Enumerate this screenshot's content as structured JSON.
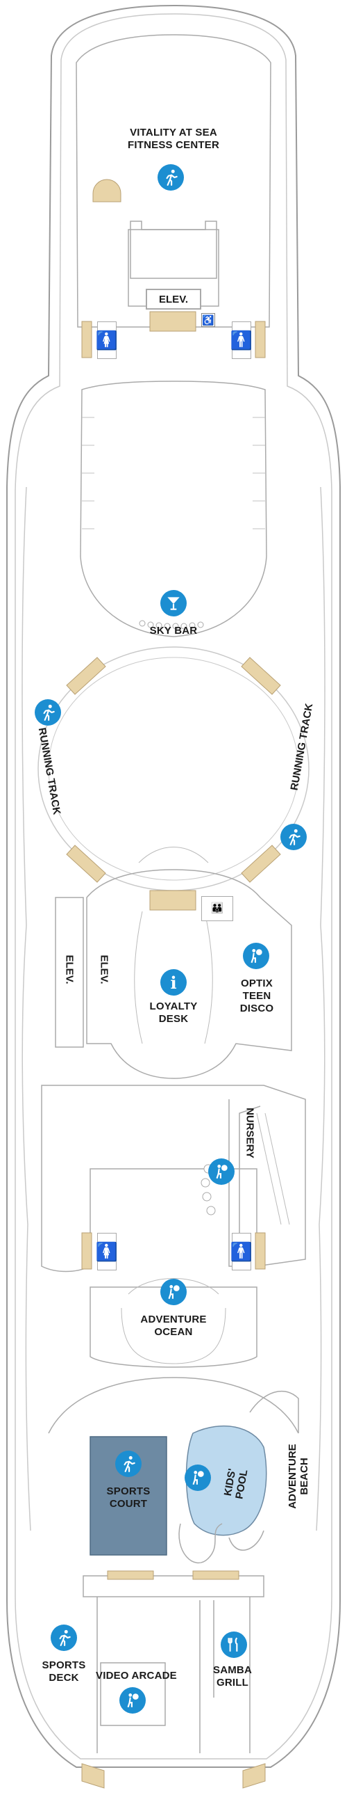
{
  "deck": {
    "outline_color": "#9a9a9a",
    "stair_color": "#e8d4a8",
    "icon_color": "#1c8ed1",
    "sports_court_color": "#6d8aa3",
    "kids_pool_color": "#bcd9ee"
  },
  "venues": {
    "fitness_center": "VITALITY AT SEA\nFITNESS CENTER",
    "elev_top": "ELEV.",
    "sky_bar": "SKY BAR",
    "running_track_left": "RUNNING TRACK",
    "running_track_right": "RUNNING TRACK",
    "elev_left": "ELEV.",
    "elev_mid": "ELEV.",
    "loyalty_desk": "LOYALTY\nDESK",
    "optix": "OPTIX\nTEEN\nDISCO",
    "nursery": "NURSERY",
    "adventure_ocean": "ADVENTURE\nOCEAN",
    "sports_court": "SPORTS\nCOURT",
    "kids_pool": "KIDS'\nPOOL",
    "adventure_beach": "ADVENTURE\nBEACH",
    "sports_deck": "SPORTS\nDECK",
    "video_arcade": "VIDEO ARCADE",
    "samba_grill": "SAMBA\nGRILL"
  },
  "icons": {
    "fitness": "running-person-icon",
    "sky_bar": "martini-glass-icon",
    "track_left": "runner-icon",
    "track_right": "runner-icon",
    "loyalty": "info-icon",
    "optix": "kids-activity-icon",
    "nursery": "kids-activity-icon",
    "adventure_ocean": "kids-activity-icon",
    "sports_court": "runner-icon",
    "kids_pool": "kids-activity-icon",
    "sports_deck": "runner-icon",
    "video_arcade": "kids-activity-icon",
    "samba_grill": "dining-icon",
    "women_restroom": "women-restroom-icon",
    "men_restroom": "men-restroom-icon",
    "family_restroom": "family-restroom-icon",
    "accessible": "wheelchair-icon"
  }
}
